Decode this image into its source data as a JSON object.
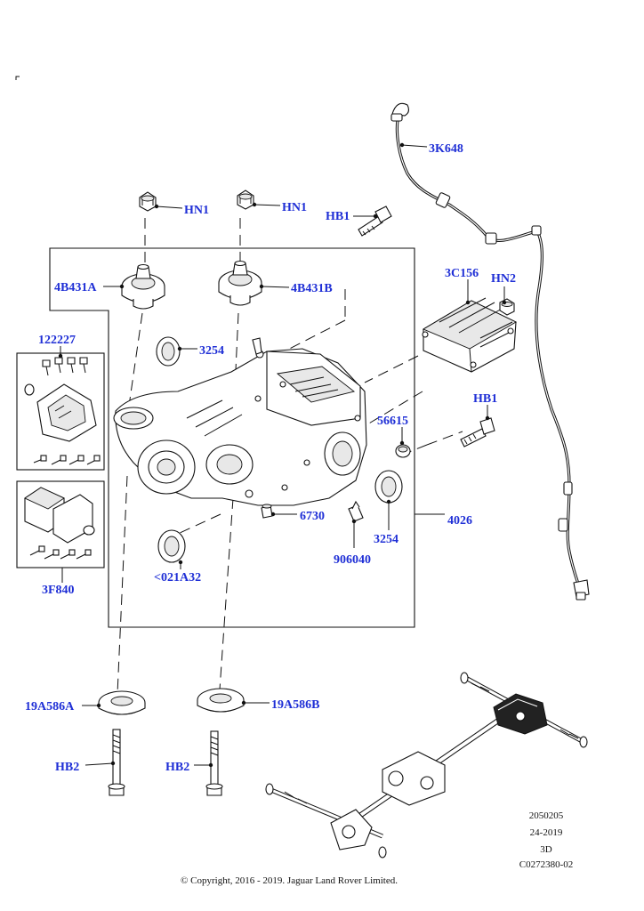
{
  "labels": {
    "hn1_left": "HN1",
    "hn1_right": "HN1",
    "hb1_top": "HB1",
    "k648": "3K648",
    "b431a": "4B431A",
    "b431b": "4B431B",
    "c156": "3C156",
    "hn2": "HN2",
    "p122227": "122227",
    "p3254_top": "3254",
    "p56615": "56615",
    "hb1_right": "HB1",
    "p6730": "6730",
    "p4026": "4026",
    "p3254_bottom": "3254",
    "p021a32": "<021A32",
    "p906040": "906040",
    "f840": "3F840",
    "a586a": "19A586A",
    "a586b": "19A586B",
    "hb2_left": "HB2",
    "hb2_right": "HB2"
  },
  "meta": {
    "line1": "2050205",
    "line2": "24-2019",
    "line3": "3D",
    "line4": "C0272380-02"
  },
  "copyright": "© Copyright, 2016 - 2019. Jaguar Land Rover Limited.",
  "colors": {
    "label": "#1f2fd6",
    "line": "#111111"
  }
}
